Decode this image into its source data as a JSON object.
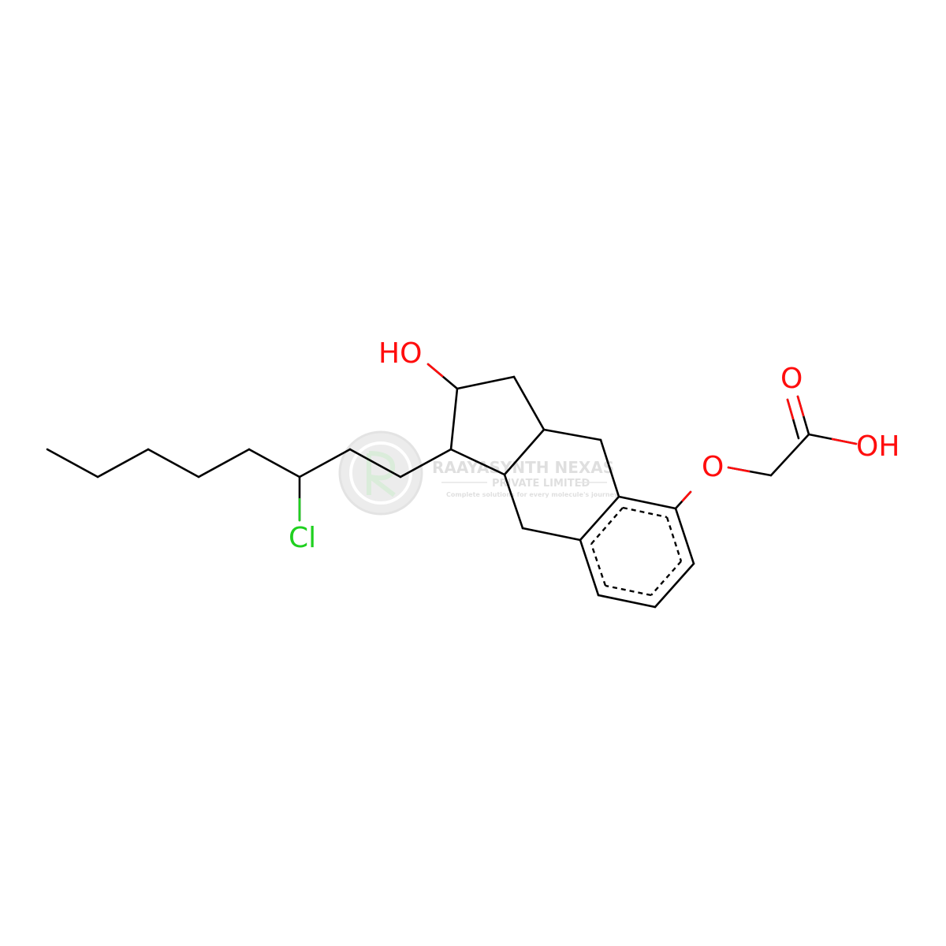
{
  "atoms": {
    "hydroxyl": {
      "label": "HO",
      "color": "#ff0d0d"
    },
    "chlorine": {
      "label": "Cl",
      "color": "#1fd01f"
    },
    "ether_oxygen": {
      "label": "O",
      "color": "#ff0d0d"
    },
    "carbonyl_oxygen": {
      "label": "O",
      "color": "#ff0d0d"
    },
    "acid_hydroxyl": {
      "label": "OH",
      "color": "#ff0d0d"
    }
  },
  "watermark": {
    "company": "RAAYASYNTH NEXAS",
    "subtitle": "PRIVATE LIMITED",
    "tagline": "Complete solutions for every molecule's journey",
    "color": "#6a6a6a"
  },
  "bond_color": "#000000"
}
